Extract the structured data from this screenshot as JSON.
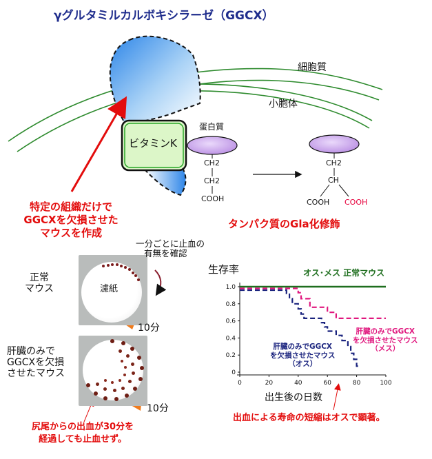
{
  "title": "γグルタミルカルボキシラーゼ（GGCX）",
  "labels": {
    "cytoplasm": "細胞質",
    "er": "小胞体",
    "vitamin_k": "ビタミンK",
    "protein": "蛋白質",
    "modification": "タンパク質のGla化修飾",
    "knockout_desc": [
      "特定の組織だけで",
      "GGCXを欠損させた",
      "マウスを作成"
    ],
    "check_note": [
      "一分ごとに止血の",
      "有無を確認"
    ],
    "normal_mouse": [
      "正常",
      "マウス"
    ],
    "filter_paper": "濾紙",
    "liver_ko_mouse": [
      "肝臓のみで",
      "GGCXを欠損",
      "させたマウス"
    ],
    "time_label": "10分",
    "bleeding_note": [
      "尻尾からの出血が30分を",
      "経過しても止血せず。"
    ]
  },
  "molecule_left": [
    "CH2",
    "CH2",
    "COOH"
  ],
  "molecule_right": {
    "ch2": "CH2",
    "ch": "CH",
    "cooh_left": "COOH",
    "cooh_right": "COOH"
  },
  "colors": {
    "title": "#1e2c8c",
    "red_text": "#e30c0c",
    "membrane": "#2e8b2e",
    "normal": "#1e6e1e",
    "female": "#e0177e",
    "male": "#1a237e",
    "vitamin_fill": "#dcf6c8",
    "vitamin_border": "#26a626",
    "protein_fill": "#c9a2ea",
    "arrow_orange": "#f07b1c"
  },
  "chart_data": {
    "type": "line",
    "title": "生存率",
    "xlabel": "出生後の日数",
    "ylabel": "",
    "xlim": [
      0,
      100
    ],
    "ylim": [
      0,
      1.05
    ],
    "xticks": [
      0,
      20,
      40,
      60,
      80,
      100
    ],
    "yticks": [
      0,
      0.2,
      0.4,
      0.6,
      0.8,
      1.0
    ],
    "series": [
      {
        "name": "オス･メス 正常マウス",
        "style": "solid",
        "color": "#1e6e1e",
        "x": [
          0,
          100
        ],
        "y": [
          1.0,
          1.0
        ]
      },
      {
        "name": "肝臓のみでGGCXを欠損させたマウス（メス）",
        "style": "dashed",
        "color": "#e0177e",
        "x": [
          0,
          40,
          40,
          42,
          42,
          48,
          48,
          60,
          60,
          66,
          66,
          100
        ],
        "y": [
          0.98,
          0.98,
          0.93,
          0.93,
          0.86,
          0.86,
          0.76,
          0.76,
          0.7,
          0.7,
          0.63,
          0.63
        ]
      },
      {
        "name": "肝臓のみでGGCXを欠損させたマウス（オス）",
        "style": "dashed",
        "color": "#1a237e",
        "x": [
          0,
          32,
          32,
          34,
          34,
          36,
          36,
          40,
          40,
          42,
          42,
          44,
          44,
          56,
          56,
          58,
          58,
          60,
          60,
          66,
          66,
          70,
          70,
          74,
          74,
          76,
          76,
          78,
          78,
          80,
          80,
          82
        ],
        "y": [
          0.96,
          0.96,
          0.92,
          0.92,
          0.86,
          0.86,
          0.8,
          0.8,
          0.74,
          0.74,
          0.68,
          0.68,
          0.63,
          0.63,
          0.58,
          0.58,
          0.53,
          0.53,
          0.48,
          0.48,
          0.43,
          0.43,
          0.37,
          0.37,
          0.3,
          0.3,
          0.22,
          0.22,
          0.15,
          0.15,
          0.07,
          0.07
        ]
      }
    ],
    "legend_labels": {
      "normal": "オス･メス  正常マウス",
      "female": [
        "肝臓のみでGGCX",
        "を欠損させたマウス",
        "（メス）"
      ],
      "male": [
        "肝臓のみでGGCX",
        "を欠損させたマウス",
        "（オス）"
      ]
    },
    "annotation": "出血による寿命の短縮はオスで顕著。"
  }
}
